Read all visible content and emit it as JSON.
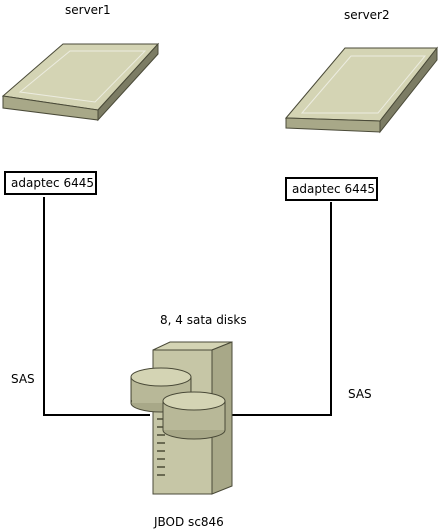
{
  "server1": {
    "title": "server1",
    "adapter": "adaptec 6445"
  },
  "server2": {
    "title": "server2",
    "adapter": "adaptec 6445"
  },
  "storage": {
    "disks_label": "8, 4 sata disks",
    "jbod_label": "JBOD sc846"
  },
  "links": {
    "left_label": "SAS",
    "right_label": "SAS"
  },
  "colors": {
    "device_top": "#d4d4b4",
    "device_side": "#a8a888",
    "device_dark": "#7c7c64",
    "outline": "#4a4a38",
    "line": "#000000"
  },
  "icons": [
    "laptop-icon",
    "laptop-icon",
    "server-tower-icon",
    "disk-stack-icon"
  ]
}
